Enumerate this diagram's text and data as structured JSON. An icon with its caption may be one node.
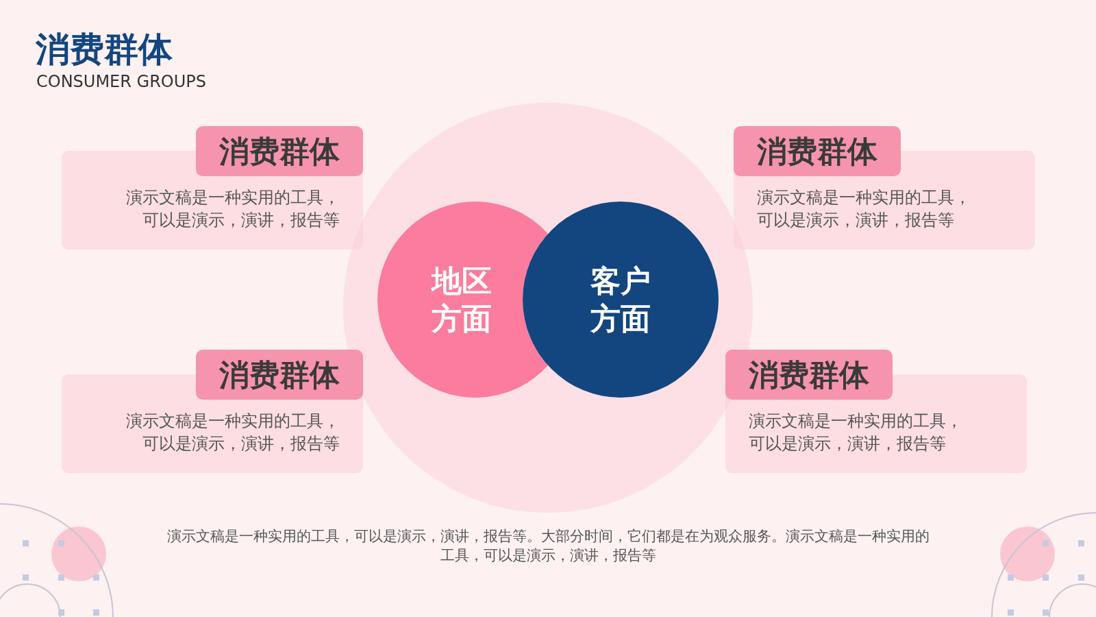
{
  "diagram": {
    "title": "消费群体",
    "nodes": [
      {
        "text": [
          "消费群体",
          "演示文稿是一种实用的工具，可以是演示，演讲，报告等"
        ]
      },
      {
        "text": [
          "消费群体",
          "演示文稿是一种实用的工具，可以是演示，演讲，报告等"
        ]
      },
      {
        "text": [
          "地区方面"
        ]
      },
      {
        "text": [
          "客户方面"
        ]
      },
      {
        "text": [
          "消费群体",
          "演示文稿是一种实用的工具，可以是演示，演讲，报告等"
        ]
      },
      {
        "text": [
          "消费群体",
          "演示文稿是一种实用的工具，可以是演示，演讲，报告等"
        ]
      }
    ],
    "edges": [],
    "labels": [
      "CONSUMER GROUPS",
      "演示文稿是一种实用的工具，可以是演示，演讲，报告等。大部分时间，它们都是在为观众服务。演示文稿是一种实用的工具，可以是演示，演讲，报告等"
    ]
  }
}
